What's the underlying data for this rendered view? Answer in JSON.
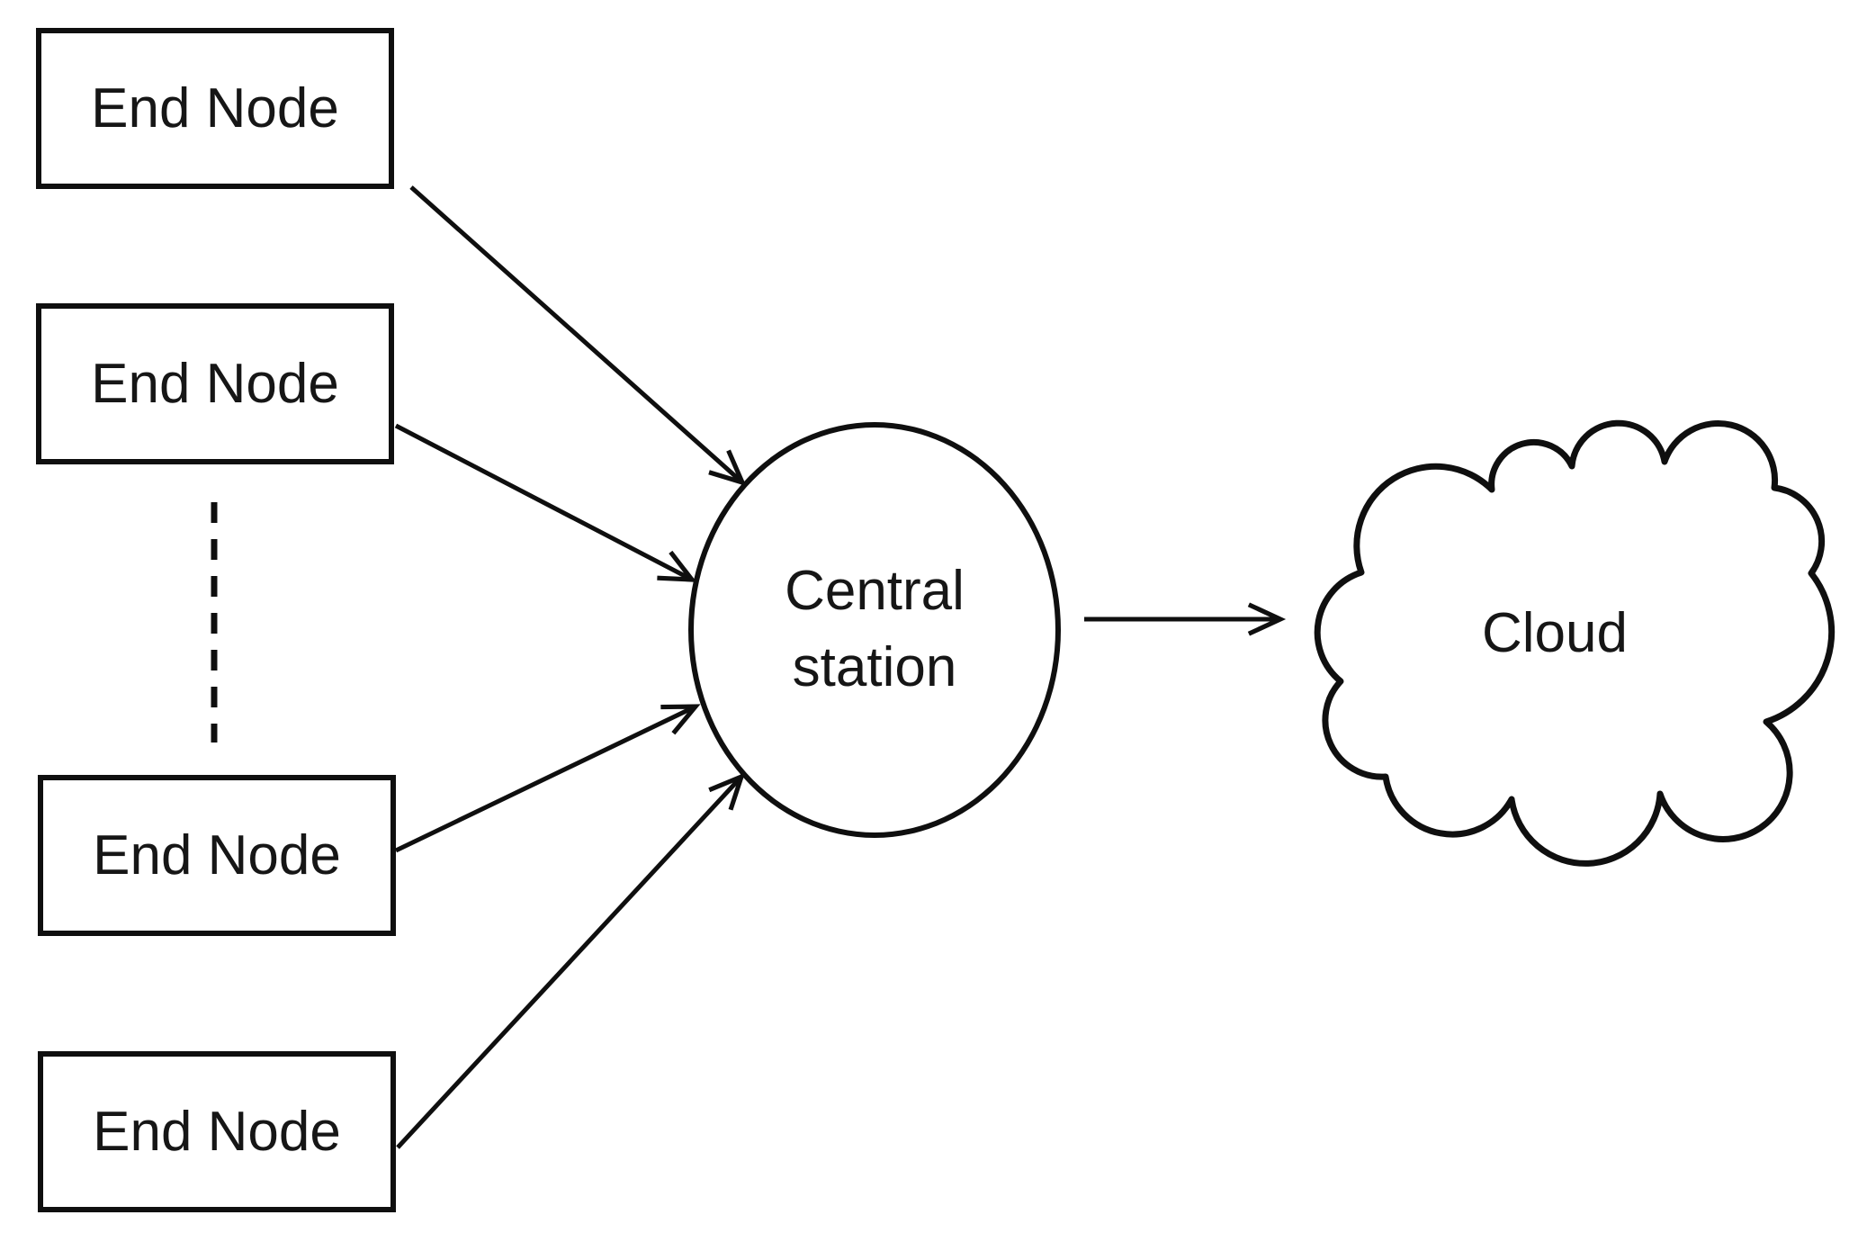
{
  "diagram": {
    "colors": {
      "background": "#ffffff",
      "stroke": "#0f0f0f",
      "text": "#161616"
    },
    "end_nodes": [
      {
        "label": "End Node"
      },
      {
        "label": "End Node"
      },
      {
        "label": "End Node"
      },
      {
        "label": "End Node"
      }
    ],
    "ellipsis_between_nodes": {
      "present": true,
      "style": "vertical-dashed-line"
    },
    "central_station": {
      "label": "Central station",
      "lines": [
        "Central",
        "station"
      ]
    },
    "cloud": {
      "label": "Cloud"
    },
    "connections": [
      {
        "from": "end-node-1",
        "to": "central-station",
        "arrow": "open"
      },
      {
        "from": "end-node-2",
        "to": "central-station",
        "arrow": "open"
      },
      {
        "from": "end-node-3",
        "to": "central-station",
        "arrow": "open"
      },
      {
        "from": "end-node-4",
        "to": "central-station",
        "arrow": "open"
      },
      {
        "from": "central-station",
        "to": "cloud",
        "arrow": "open"
      }
    ]
  }
}
